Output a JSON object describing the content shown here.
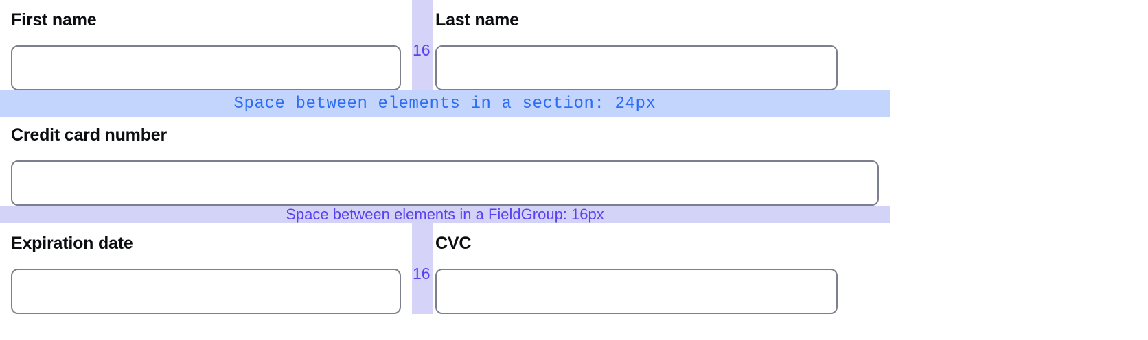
{
  "fields": {
    "first_name": {
      "label": "First name",
      "value": "",
      "placeholder": ""
    },
    "last_name": {
      "label": "Last name",
      "value": "",
      "placeholder": ""
    },
    "credit_card_number": {
      "label": "Credit card number",
      "value": "",
      "placeholder": ""
    },
    "expiration_date": {
      "label": "Expiration date",
      "value": "",
      "placeholder": ""
    },
    "cvc": {
      "label": "CVC",
      "value": "",
      "placeholder": ""
    }
  },
  "annotations": {
    "section_band": {
      "text": "Space between elements in a section: 24px",
      "value": "24px",
      "background": "#c3d4fd",
      "text_color": "#2b6df5"
    },
    "fieldgroup_band": {
      "text": "Space between elements in a FieldGroup: 16px",
      "value": "16px",
      "background": "#d3d3f7",
      "text_color": "#5b3ff0"
    },
    "column_gap_names": {
      "label": "16",
      "background": "#d5d3f7",
      "text_color": "#5b3ff0"
    },
    "column_gap_card": {
      "label": "16",
      "background": "#d5d3f7",
      "text_color": "#5b3ff0"
    }
  },
  "colors": {
    "input_border": "#7c7f8c",
    "label_text": "#0b0d10",
    "page_background": "#ffffff"
  }
}
